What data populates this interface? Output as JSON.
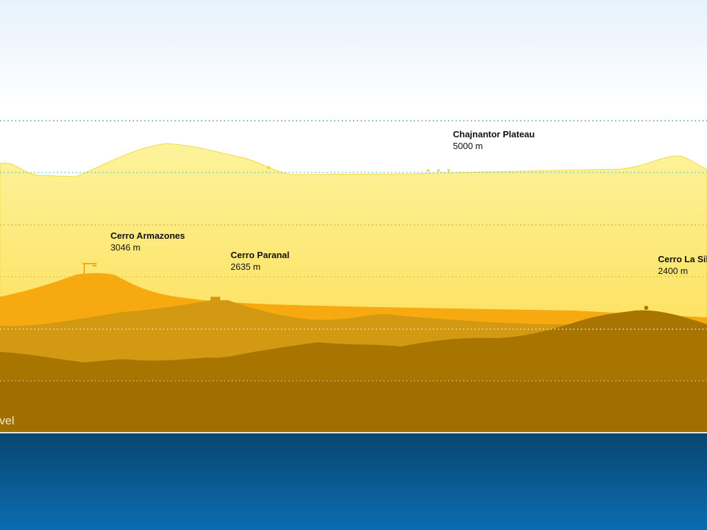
{
  "sites": [
    {
      "name": "Chajnantor Plateau",
      "altitude": "5000 m"
    },
    {
      "name": "Cerro Armazones",
      "altitude": "3046 m"
    },
    {
      "name": "Cerro Paranal",
      "altitude": "2635 m"
    },
    {
      "name": "Cerro La Silla",
      "altitude": "2400 m"
    }
  ],
  "sea_level_label": "vel",
  "colors": {
    "sky": "#eaf4fb",
    "plateau": "#fdf08a",
    "armazones": "#f6aa10",
    "paranal": "#d39912",
    "foreground": "#a67400",
    "ocean": "#0a5a92"
  }
}
